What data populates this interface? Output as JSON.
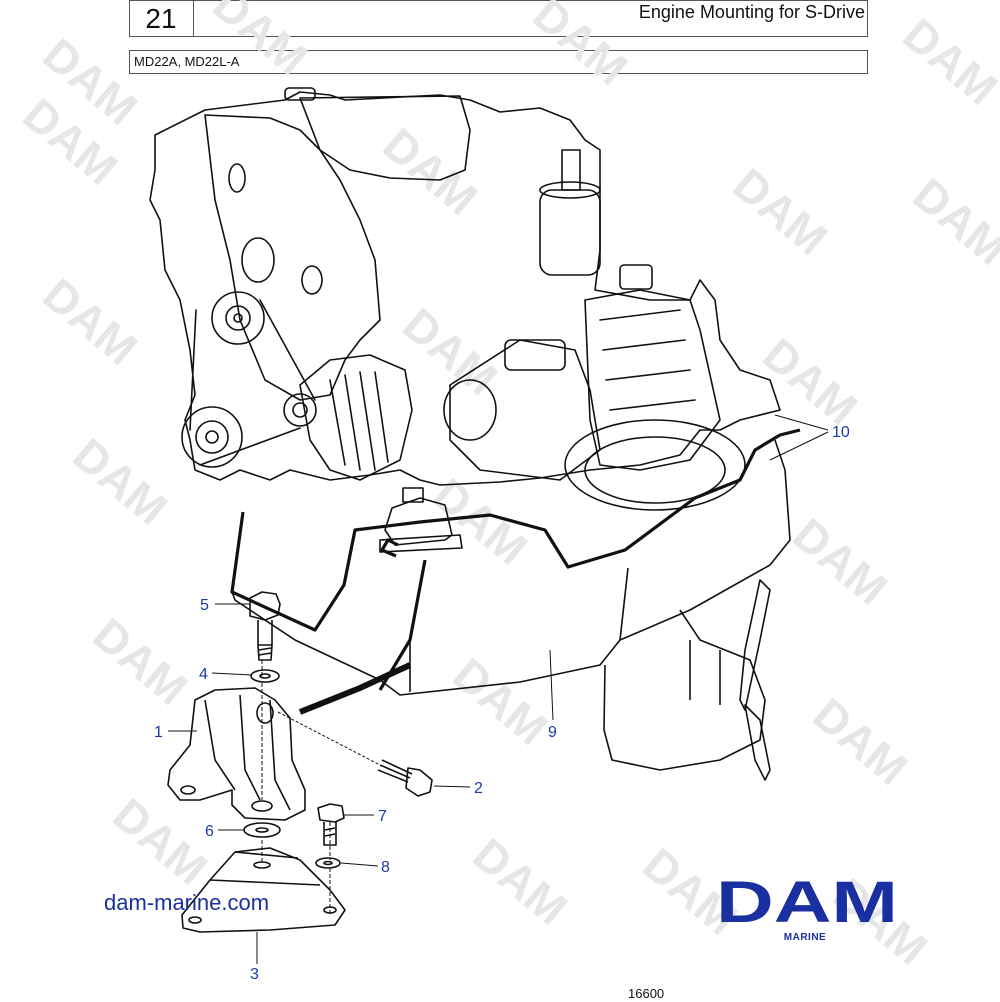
{
  "header": {
    "page_number": "21",
    "title": "Engine Mounting for S-Drive",
    "models": "MD22A, MD22L-A"
  },
  "callouts": [
    "1",
    "2",
    "3",
    "4",
    "5",
    "6",
    "7",
    "8",
    "9",
    "10"
  ],
  "watermark": {
    "text": "DAM"
  },
  "footer": {
    "site": "dam-marine.com",
    "brand": "DAM",
    "brand_sub": "MARINE",
    "drawing_number": "16600"
  },
  "colors": {
    "callout": "#1a3aa6",
    "brand": "#1a2fa0",
    "line": "#111111",
    "watermark": "#e6e6e6"
  }
}
